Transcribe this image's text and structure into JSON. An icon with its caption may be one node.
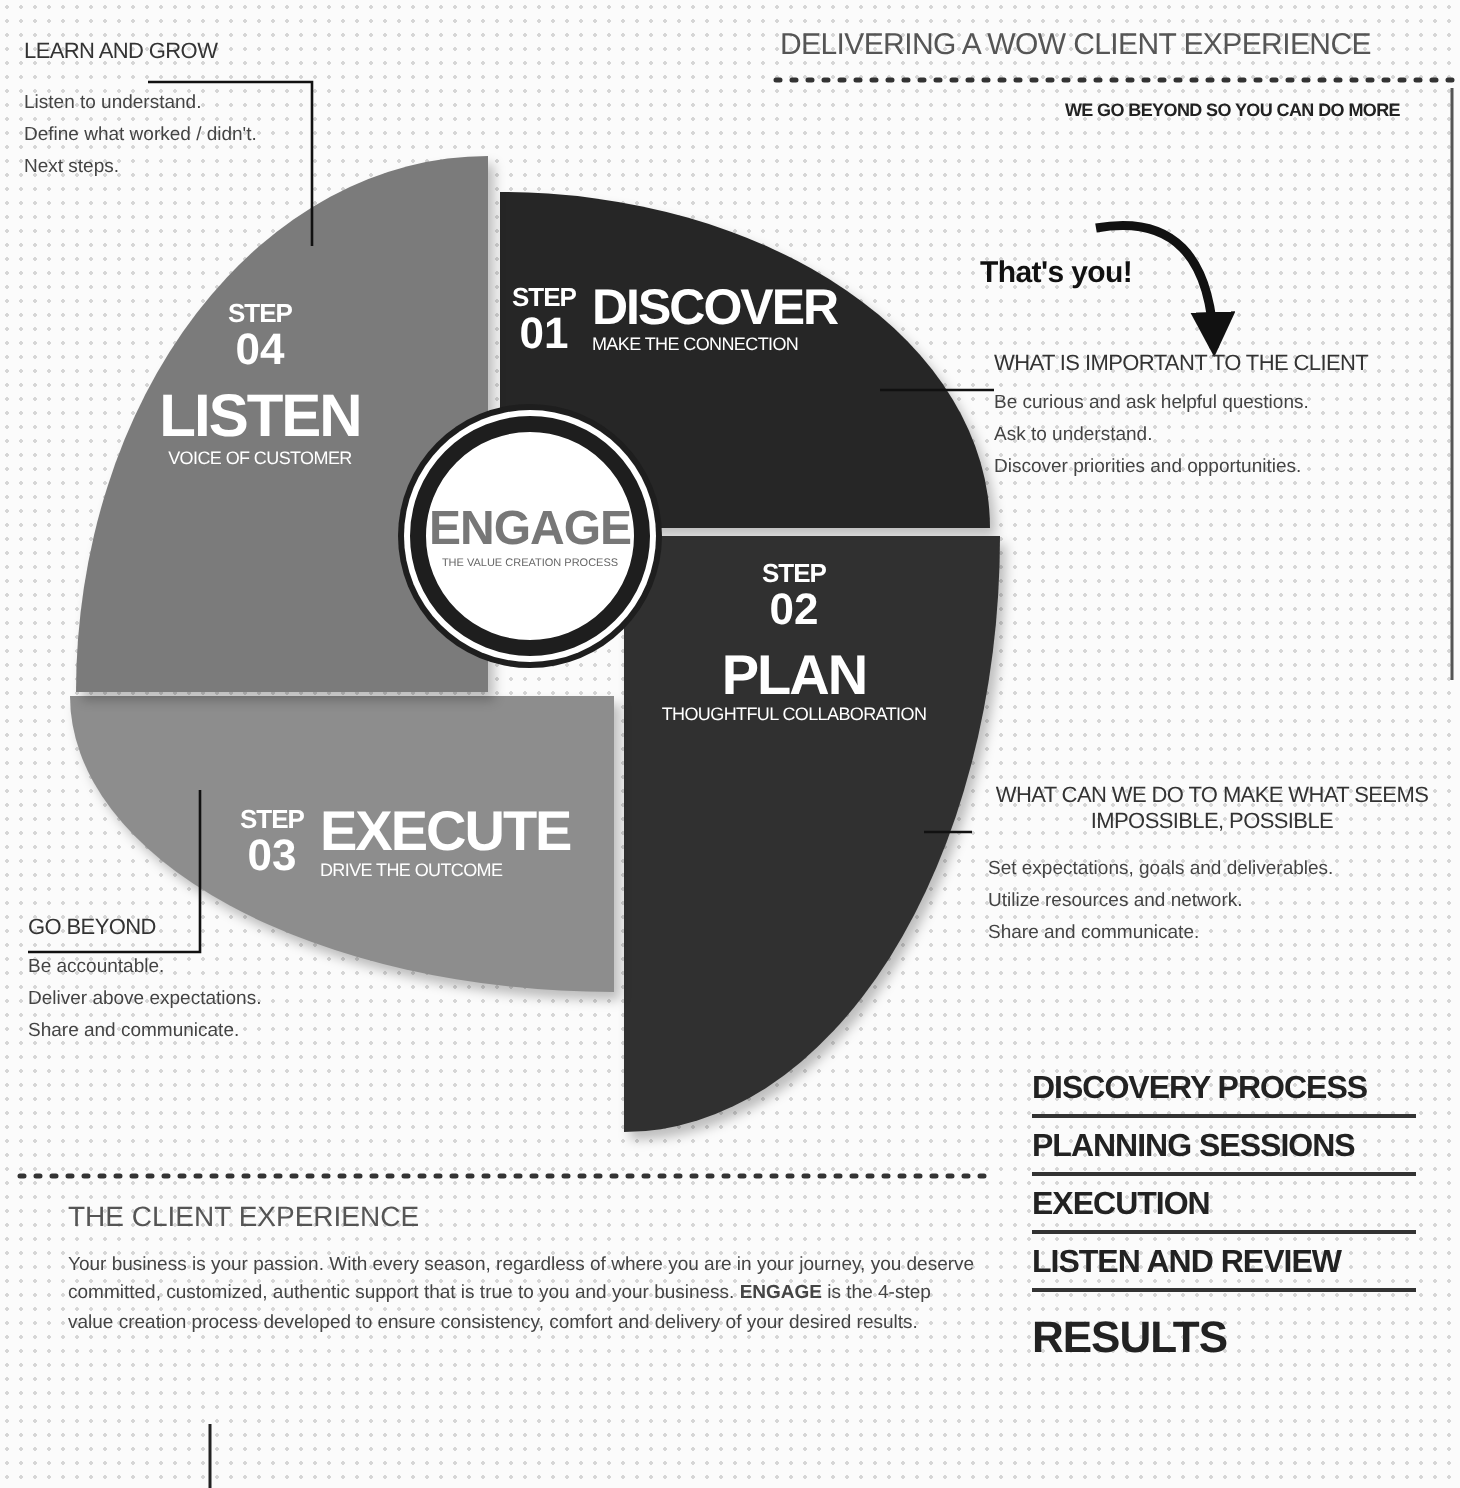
{
  "diagram": {
    "title": "DELIVERING A WOW CLIENT EXPERIENCE",
    "nodes": [
      {
        "text": [
          "STEP",
          "01",
          "DISCOVER",
          "MAKE THE CONNECTION"
        ]
      },
      {
        "text": [
          "STEP",
          "02",
          "PLAN",
          "THOUGHTFUL COLLABORATION"
        ]
      },
      {
        "text": [
          "STEP",
          "03",
          "EXECUTE",
          "DRIVE THE OUTCOME"
        ]
      },
      {
        "text": [
          "STEP",
          "04",
          "LISTEN",
          "VOICE OF CUSTOMER"
        ]
      },
      {
        "text": [
          "ENGAGE",
          "THE VALUE CREATION PROCESS"
        ]
      },
      {
        "text": [
          "LEARN AND GROW",
          "Listen to understand.",
          "Define what worked / didn't.",
          "Next steps."
        ]
      },
      {
        "text": [
          "That's you!"
        ]
      },
      {
        "text": [
          "WHAT IS IMPORTANT TO THE CLIENT",
          "Be curious and ask helpful questions.",
          "Ask to understand.",
          "Discover priorities and opportunities."
        ]
      },
      {
        "text": [
          "WHAT CAN WE DO TO MAKE WHAT SEEMS IMPOSSIBLE, POSSIBLE",
          "Set expectations, goals and deliverables.",
          "Utilize resources and network.",
          "Share and communicate."
        ]
      },
      {
        "text": [
          "GO BEYOND",
          "Be accountable.",
          "Deliver above expectations.",
          "Share and communicate."
        ]
      }
    ],
    "edges": [
      {
        "from": 5,
        "to": 3,
        "arrow": "none"
      },
      {
        "from": 6,
        "to": 7,
        "arrow": "to",
        "style": "thick"
      },
      {
        "from": 7,
        "to": 0,
        "arrow": "none"
      },
      {
        "from": 8,
        "to": 1,
        "arrow": "none"
      },
      {
        "from": 9,
        "to": 2,
        "arrow": "none"
      }
    ],
    "labels": [
      "WE GO BEYOND SO YOU CAN **DO MORE**",
      "DISCOVERY PROCESS",
      "PLANNING SESSIONS",
      "EXECUTION",
      "LISTEN AND REVIEW",
      "RESULTS",
      "THE CLIENT EXPERIENCE",
      "Your business is your passion. With every season, regardless of where you are in your journey, you deserve committed, customized, authentic support that is true to you and your business. **ENGAGE** is the 4-step value creation process developed to ensure consistency, comfort and delivery of your desired results."
    ]
  }
}
